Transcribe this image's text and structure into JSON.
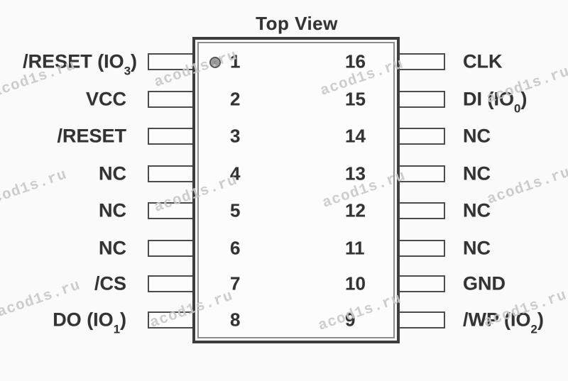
{
  "title": "Top View",
  "watermark": {
    "text": "acod1s.ru",
    "color": "#c8c8c8"
  },
  "colors": {
    "ink": "#333333",
    "line": "#3e3e3e",
    "lead_outline": "#4c4c4c",
    "pin1_marker_fill": "#9c9c9c"
  },
  "pins": {
    "left": [
      {
        "num": "1",
        "label": {
          "pre": "/RESET (IO",
          "sub": "3",
          "post": ")"
        }
      },
      {
        "num": "2",
        "label": {
          "pre": "VCC",
          "sub": "",
          "post": ""
        }
      },
      {
        "num": "3",
        "label": {
          "pre": "/RESET",
          "sub": "",
          "post": ""
        }
      },
      {
        "num": "4",
        "label": {
          "pre": "NC",
          "sub": "",
          "post": ""
        }
      },
      {
        "num": "5",
        "label": {
          "pre": "NC",
          "sub": "",
          "post": ""
        }
      },
      {
        "num": "6",
        "label": {
          "pre": "NC",
          "sub": "",
          "post": ""
        }
      },
      {
        "num": "7",
        "label": {
          "pre": "/CS",
          "sub": "",
          "post": ""
        }
      },
      {
        "num": "8",
        "label": {
          "pre": "DO (IO",
          "sub": "1",
          "post": ")"
        }
      }
    ],
    "right": [
      {
        "num": "16",
        "label": {
          "pre": "CLK",
          "sub": "",
          "post": ""
        }
      },
      {
        "num": "15",
        "label": {
          "pre": "DI (IO",
          "sub": "0",
          "post": ")"
        }
      },
      {
        "num": "14",
        "label": {
          "pre": "NC",
          "sub": "",
          "post": ""
        }
      },
      {
        "num": "13",
        "label": {
          "pre": "NC",
          "sub": "",
          "post": ""
        }
      },
      {
        "num": "12",
        "label": {
          "pre": "NC",
          "sub": "",
          "post": ""
        }
      },
      {
        "num": "11",
        "label": {
          "pre": "NC",
          "sub": "",
          "post": ""
        }
      },
      {
        "num": "10",
        "label": {
          "pre": "GND",
          "sub": "",
          "post": ""
        }
      },
      {
        "num": "9",
        "label": {
          "pre": "/WP (IO",
          "sub": "2",
          "post": ")"
        }
      }
    ]
  }
}
